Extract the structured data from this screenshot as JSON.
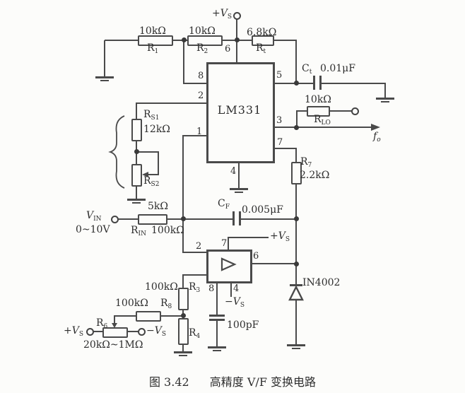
{
  "figure": {
    "fig_no": "图 3.42",
    "title": "高精度 V/F 变换电路"
  },
  "ic": {
    "name": "LM331",
    "pin1": "1",
    "pin2": "2",
    "pin3": "3",
    "pin4": "4",
    "pin5": "5",
    "pin6": "6",
    "pin7": "7",
    "pin8": "8"
  },
  "opamp": {
    "pin2": "2",
    "pin4": "4",
    "pin6": "6",
    "pin7": "7",
    "pin8": "8"
  },
  "power": {
    "vs_top_main": "+V",
    "vs_top_sub": "S",
    "vs_op_main": "+V",
    "vs_op_sub": "S",
    "vs_neg_main": "−V",
    "vs_neg_sub": "S",
    "vs_bl_main": "+V",
    "vs_bl_sub": "S",
    "vs_br_main": "−V",
    "vs_br_sub": "S"
  },
  "io": {
    "vin_name": "V",
    "vin_sub": "IN",
    "vin_range": "0~10V",
    "fo_name": "f",
    "fo_sub": "o"
  },
  "components": {
    "r1_name": "R",
    "r1_sub": "1",
    "r1_value": "10kΩ",
    "r2_name": "R",
    "r2_sub": "2",
    "r2_value": "10kΩ",
    "rt_name": "R",
    "rt_sub": "t",
    "rt_value": "6.8kΩ",
    "ct_name": "C",
    "ct_sub": "t",
    "ct_value": "0.01μF",
    "rlo_name": "R",
    "rlo_sub": "LO",
    "rlo_value": "10kΩ",
    "r7_name": "R",
    "r7_sub": "7",
    "r7_value": "2.2kΩ",
    "rs1_name": "R",
    "rs1_sub": "S1",
    "rs1_value": "12kΩ",
    "rs2_name": "R",
    "rs2_sub": "S2",
    "rin_name": "R",
    "rin_sub": "IN",
    "rin_value": "100kΩ",
    "rin_extra": "5kΩ",
    "cf_name": "C",
    "cf_sub": "F",
    "cf_value": "0.005μF",
    "r3_name": "R",
    "r3_sub": "3",
    "r3_value": "100kΩ",
    "r8_name": "R",
    "r8_sub": "8",
    "r8_value": "100kΩ",
    "r6_name": "R",
    "r6_sub": "6",
    "r6_range": "20kΩ~1MΩ",
    "r4_name": "R",
    "r4_sub": "4",
    "c100_value": "100pF",
    "d1_name": "IN4002"
  }
}
